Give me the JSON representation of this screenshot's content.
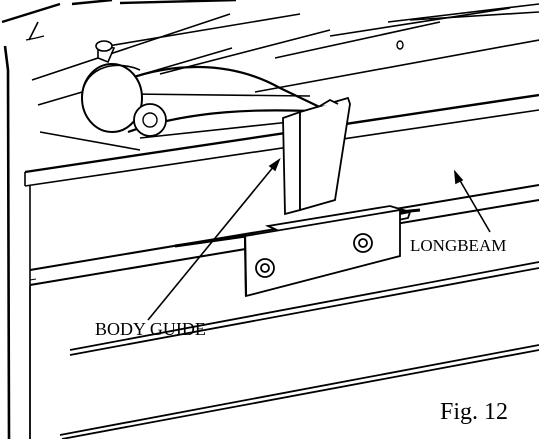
{
  "figure": {
    "callouts": {
      "body_guide": "BODY GUIDE",
      "longbeam": "LONGBEAM"
    },
    "caption": "Fig. 12"
  }
}
